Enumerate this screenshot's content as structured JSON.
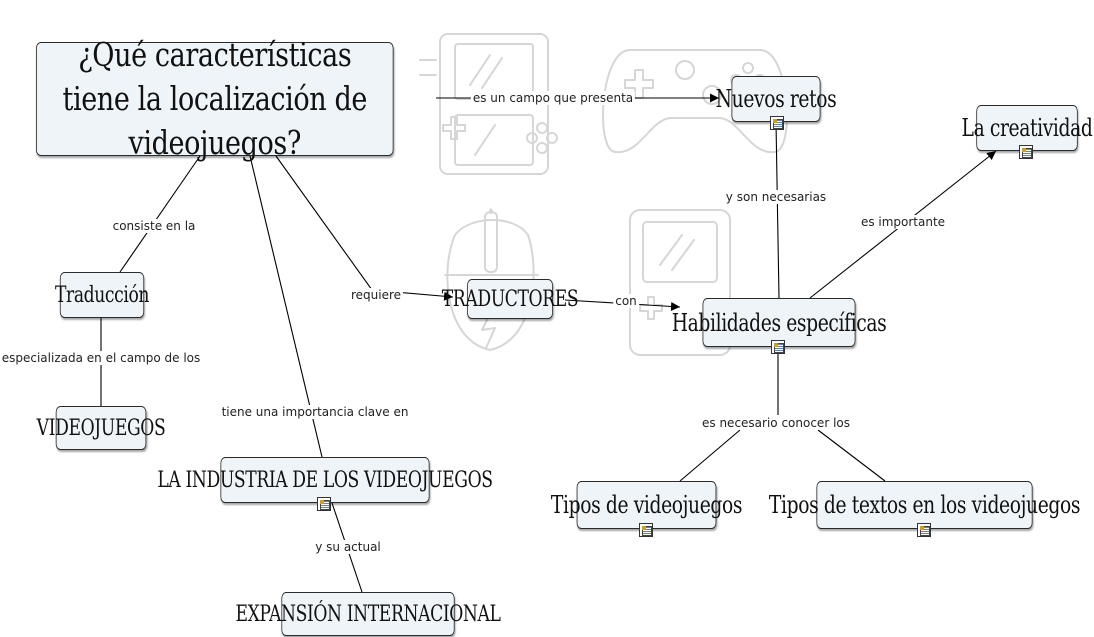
{
  "nodes": {
    "main": "¿Qué características tiene la localización de videojuegos?",
    "nuevos_retos": "Nuevos retos",
    "creatividad": "La creatividad",
    "traduccion": "Traducción",
    "videojuegos": "VIDEOJUEGOS",
    "traductores": "TRADUCTORES",
    "habilidades": "Habilidades específicas",
    "industria": "LA INDUSTRIA DE LOS VIDEOJUEGOS",
    "expansion": "EXPANSIÓN INTERNACIONAL",
    "tipos_videojuegos": "Tipos de videojuegos",
    "tipos_textos": "Tipos de textos en los videojuegos"
  },
  "links": {
    "presenta": "es un campo que presenta",
    "consiste": "consiste en la",
    "especializada": "especializada en el campo de los",
    "requiere": "requiere",
    "importancia": "tiene una importancia clave en",
    "su_actual": "y su actual",
    "necesarias": "y son necesarias",
    "importante": "es importante",
    "con": "con",
    "conocer": "es necesario conocer los"
  },
  "colors": {
    "node_fill": "#eef4f8",
    "line": "#000000",
    "sketch": "#d8d8d8"
  },
  "icons": [
    "handheld-console-sketch",
    "gamepad-sketch",
    "mouse-sketch",
    "gameboy-sketch",
    "resource-icon"
  ]
}
